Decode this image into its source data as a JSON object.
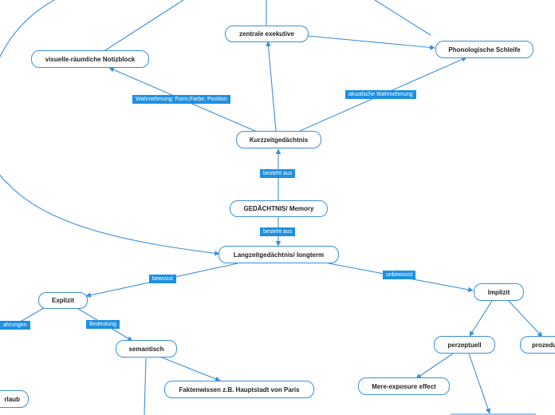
{
  "nodes": {
    "zentrale": "zentrale exekutive",
    "visuell": "visuelle-räumliche Notizblock",
    "phono": "Phonologische Schleife",
    "kurz": "Kurzzeitgedächtnis",
    "gedaechtnis": "GEDÄCHTNIS/ Memory",
    "lang": "Langzeitgedächtnis/ longterm",
    "explizit": "Explizit",
    "implizit": "Implizit",
    "semantisch": "semantisch",
    "perzeptuell": "perzeptuell",
    "prozedural": "prozedu",
    "fakten": "Faktenwissen z.B. Hauptstadt von Paris",
    "mere": "Mere-exposure effect",
    "urlaub": "rlaub"
  },
  "labels": {
    "wahrnehmung": "Wahrnehmung: Form,Farbe, Position",
    "akustisch": "akustische Wahrnehmung",
    "besteht1": "besteht aus",
    "besteht2": "besteht aus",
    "bewusst": "bewusst",
    "unbewusst": "unbewusst",
    "erfahrungen": "ahrungen",
    "bedeutung": "Bedeutung"
  },
  "colors": {
    "accent": "#3d8fd9",
    "label_bg": "#1e90e0"
  }
}
